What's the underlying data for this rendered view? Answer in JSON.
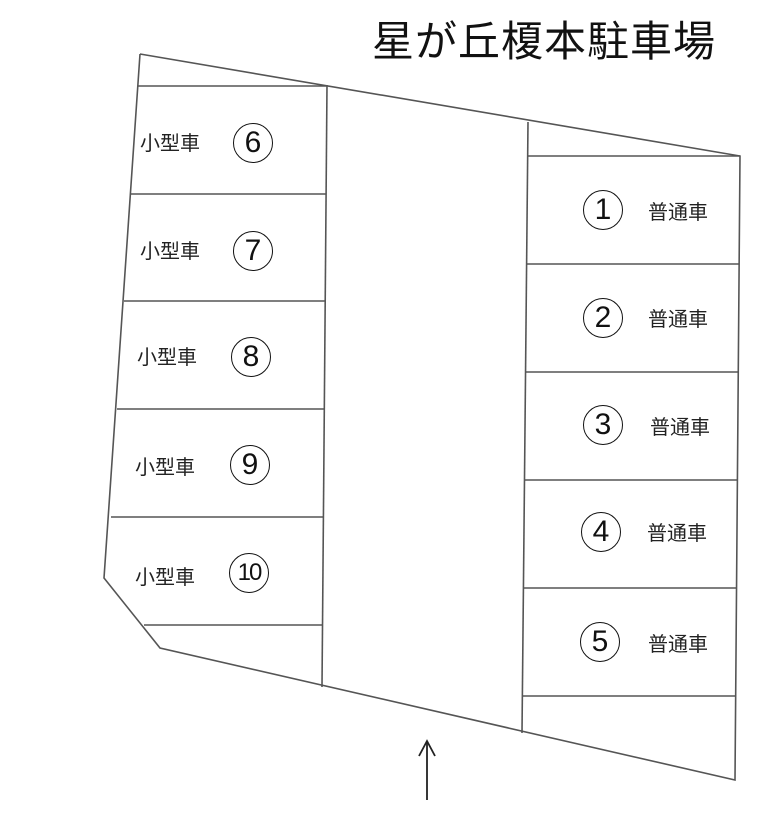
{
  "title": "星が丘榎本駐車場",
  "spaces_left": [
    {
      "number": "6",
      "type": "小型車"
    },
    {
      "number": "7",
      "type": "小型車"
    },
    {
      "number": "8",
      "type": "小型車"
    },
    {
      "number": "9",
      "type": "小型車"
    },
    {
      "number": "10",
      "type": "小型車"
    }
  ],
  "spaces_right": [
    {
      "number": "1",
      "type": "普通車"
    },
    {
      "number": "2",
      "type": "普通車"
    },
    {
      "number": "3",
      "type": "普通車"
    },
    {
      "number": "4",
      "type": "普通車"
    },
    {
      "number": "5",
      "type": "普通車"
    }
  ],
  "entrance_arrow": "up-arrow",
  "colors": {
    "line": "#555555",
    "text": "#111111",
    "background": "#ffffff"
  }
}
